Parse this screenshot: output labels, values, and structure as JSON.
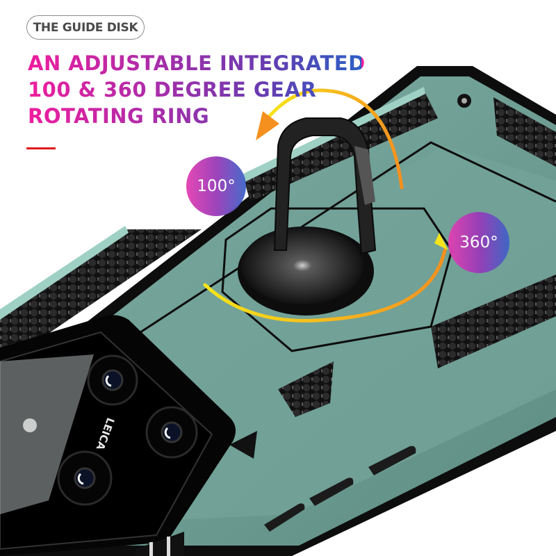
{
  "header": {
    "tag_label": "THE GUIDE DISK",
    "headline_lines": [
      "AN ADJUSTABLE INTEGRATED",
      "100 & 360 DEGREE GEAR",
      "ROTATING RING"
    ]
  },
  "badges": {
    "tilt": "100°",
    "rotate": "360°"
  },
  "camera": {
    "brand_text": "LEICA"
  },
  "colors": {
    "case_green": "#6f9e94",
    "case_light": "#93c4b8",
    "case_dark": "#355a52",
    "ring_black": "#1b1b1b",
    "arrow_orange": "#f5901e",
    "arrow_yellow": "#f2c318",
    "accent_red": "#e0191b",
    "badge_gradient_start": "#e43fb2",
    "badge_gradient_end": "#3c64c8"
  },
  "icons": {
    "rotate_arrow": "curved-arrow-icon",
    "kickstand_ring": "ring-holder-icon"
  }
}
